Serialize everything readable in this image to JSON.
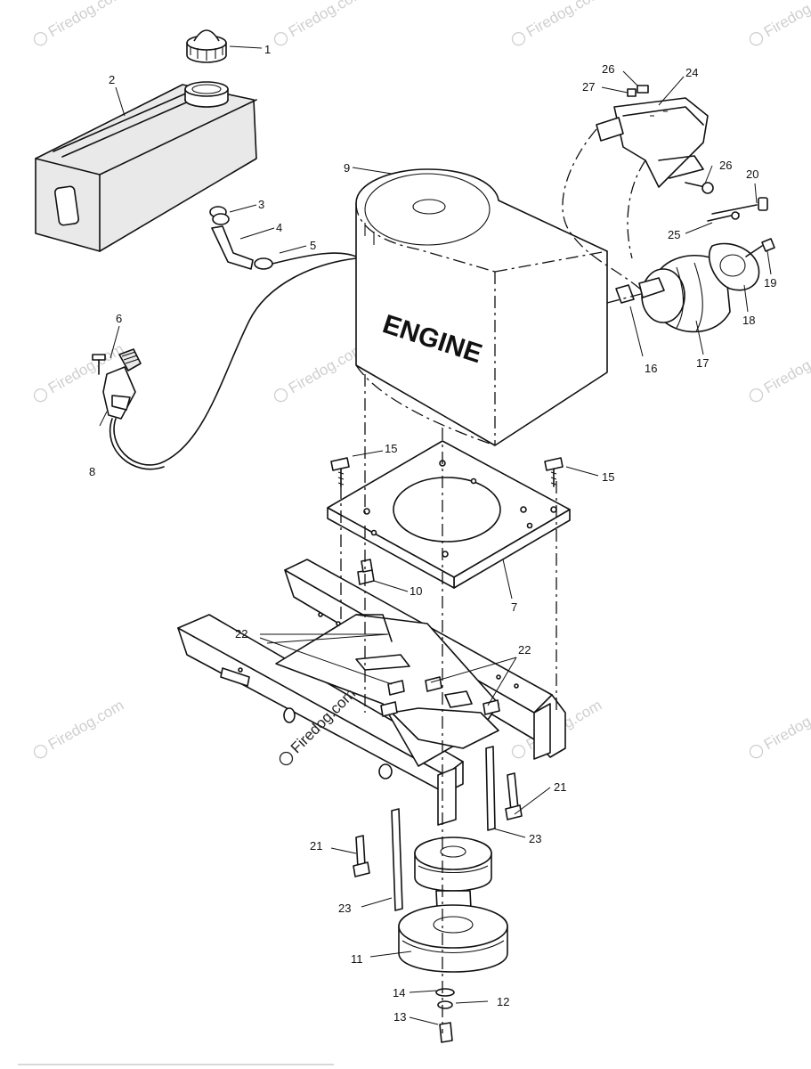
{
  "diagram": {
    "engine_label": "ENGINE",
    "watermark": "Firedog.com",
    "watermark_symbol": "©",
    "callouts": [
      "1",
      "2",
      "3",
      "4",
      "5",
      "6",
      "7",
      "8",
      "9",
      "10",
      "11",
      "12",
      "13",
      "14",
      "15",
      "15",
      "16",
      "17",
      "18",
      "19",
      "20",
      "21",
      "21",
      "22",
      "22",
      "23",
      "23",
      "24",
      "25",
      "26",
      "26",
      "27"
    ]
  }
}
